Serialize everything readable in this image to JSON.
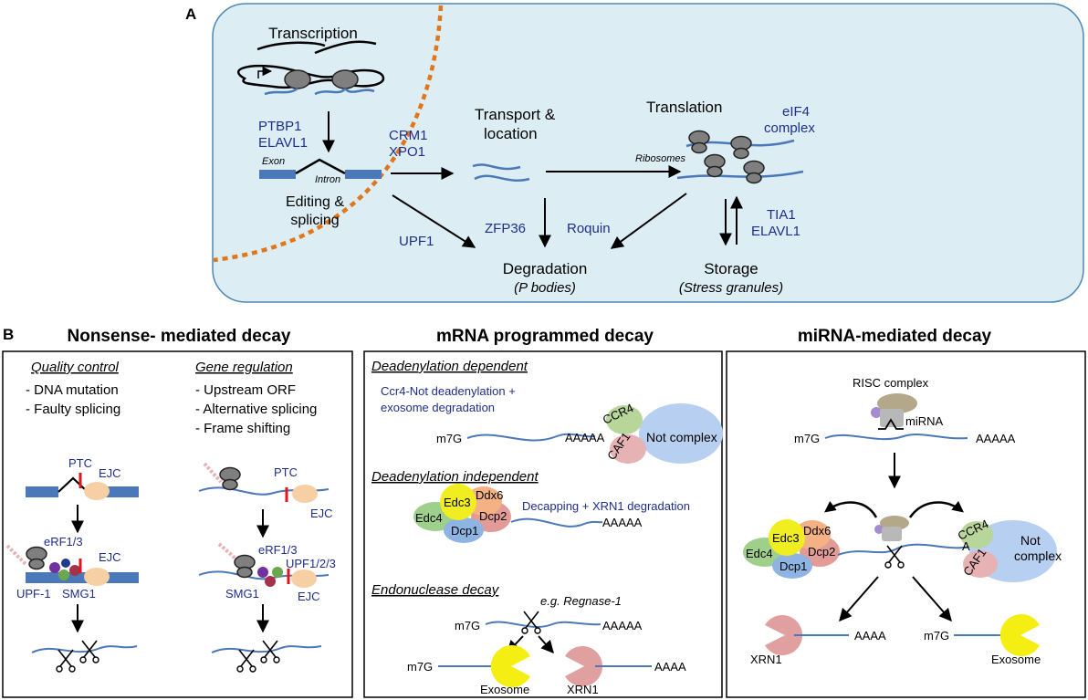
{
  "colors": {
    "panel_a_fill": "#dceef3",
    "panel_a_border": "#4f87b5",
    "nucleus_boundary": "#e2761b",
    "mrna_line": "#4a78b8",
    "exon_block": "#4a78b8",
    "protein_text": "#1f2d8a",
    "ptc_mark": "#e0161a",
    "ejc": "#f7cfa5",
    "ribosome": "#7f7f7f",
    "yellow_exosome": "#f5ee12",
    "xrn1": "#e0a0a0",
    "not_complex": "#b7cff0",
    "ccr4": "#b8d59a",
    "caf1": "#e7b2b4",
    "edc3": "#f0ee20",
    "edc4": "#9fd08b",
    "ddx6": "#f4b183",
    "dcp2": "#e39b98",
    "dcp1": "#8db4e2"
  },
  "panel_a": {
    "letter": "A",
    "transcription": "Transcription",
    "ptbp1": "PTBP1",
    "elavl1_left": "ELAVL1",
    "exon": "Exon",
    "intron": "Intron",
    "editing_1": "Editing &",
    "editing_2": "splicing",
    "crm1": "CRM1",
    "xpo1": "XPO1",
    "transport_1": "Transport &",
    "transport_2": "location",
    "translation": "Translation",
    "eif4_1": "eIF4",
    "eif4_2": "complex",
    "ribosomes": "Ribosomes",
    "upf1": "UPF1",
    "zfp36": "ZFP36",
    "roquin": "Roquin",
    "tia1": "TIA1",
    "elavl1_right": "ELAVL1",
    "degradation": "Degradation",
    "p_bodies": "(P bodies)",
    "storage": "Storage",
    "stress_granules": "(Stress granules)"
  },
  "panel_b": {
    "letter": "B",
    "nmd": {
      "title": "Nonsense- mediated decay",
      "qc_heading": "Quality control",
      "qc_items": [
        "- DNA mutation",
        "- Faulty splicing"
      ],
      "gr_heading": "Gene regulation",
      "gr_items": [
        "- Upstream ORF",
        "- Alternative splicing",
        "- Frame shifting"
      ],
      "ptc_left": "PTC",
      "ejc_left_top": "EJC",
      "erf_left": "eRF1/3",
      "ejc_left_mid": "EJC",
      "upf_left": "UPF-1",
      "smg_left": "SMG1",
      "ptc_right": "PTC",
      "ejc_right_top": "EJC",
      "erf_right": "eRF1/3",
      "upf_right": "UPF1/2/3",
      "smg_right": "SMG1",
      "ejc_right_mid": "EJC"
    },
    "mpd": {
      "title": "mRNA programmed decay",
      "dep_heading": "Deadenylation dependent",
      "dep_desc_1": "Ccr4-Not deadenylation +",
      "dep_desc_2": "exosome degradation",
      "m7g_1": "m7G",
      "aaaaa_1": "AAAAA",
      "ccr4": "CCR4",
      "caf1": "CAF1",
      "not_complex": "Not complex",
      "indep_heading": "Deadenylation independent",
      "indep_desc": "Decapping + XRN1 degradation",
      "edc3": "Edc3",
      "ddx6": "Ddx6",
      "edc4": "Edc4",
      "dcp2": "Dcp2",
      "dcp1": "Dcp1",
      "aaaaa_2": "AAAAA",
      "endo_heading": "Endonuclease decay",
      "endo_example": "e.g. Regnase-1",
      "m7g_3": "m7G",
      "aaaaa_3": "AAAAA",
      "m7g_4": "m7G",
      "exosome": "Exosome",
      "xrn1": "XRN1",
      "aaaa_4": "AAAA"
    },
    "mirna": {
      "title": "miRNA-mediated decay",
      "risc": "RISC complex",
      "mirna": "miRNA",
      "m7g_1": "m7G",
      "aaaaa_1": "AAAAA",
      "edc3": "Edc3",
      "ddx6": "Ddx6",
      "edc4": "Edc4",
      "dcp2": "Dcp2",
      "dcp1": "Dcp1",
      "ccr4": "CCR4",
      "a": "A",
      "caf1": "CAF1",
      "not_1": "Not",
      "not_2": "complex",
      "xrn1": "XRN1",
      "aaaa": "AAAA",
      "m7g_2": "m7G",
      "exosome": "Exosome"
    }
  }
}
